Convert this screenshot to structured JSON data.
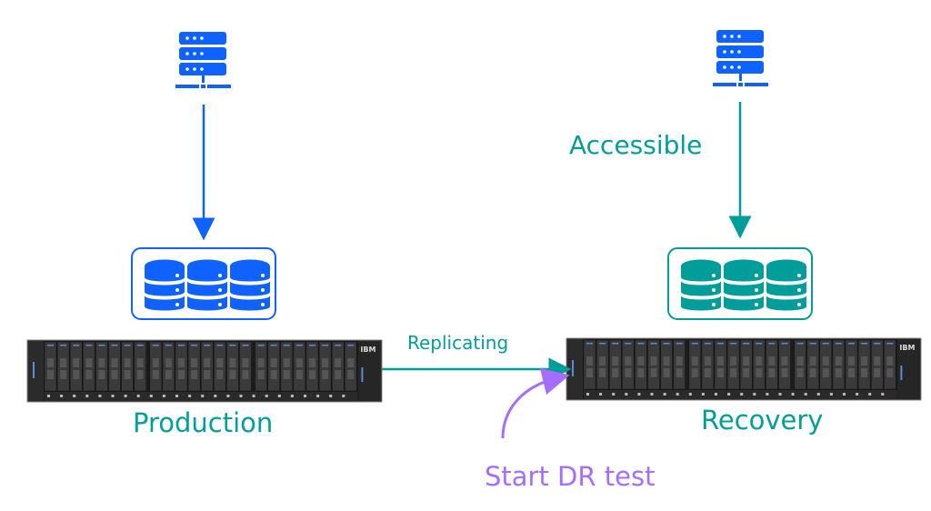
{
  "colors": {
    "blue": "#0f62fe",
    "teal": "#009d9a",
    "purple": "#a56eff",
    "chassis": "#2b2b2b",
    "drive": "#3a3a3a",
    "drive_led": "#5b8bd6"
  },
  "sites": {
    "production": {
      "label": "Production",
      "host_icon": "server-icon",
      "storage_icon": "database-icon",
      "array_badge": "IBM",
      "drive_count": 24
    },
    "recovery": {
      "label": "Recovery",
      "host_icon": "server-icon",
      "storage_icon": "database-icon",
      "array_badge": "IBM",
      "drive_count": 24
    }
  },
  "links": {
    "replication": {
      "label": "Replicating"
    },
    "recovery_access": {
      "label": "Accessible"
    },
    "dr_test": {
      "label": "Start DR test"
    }
  }
}
